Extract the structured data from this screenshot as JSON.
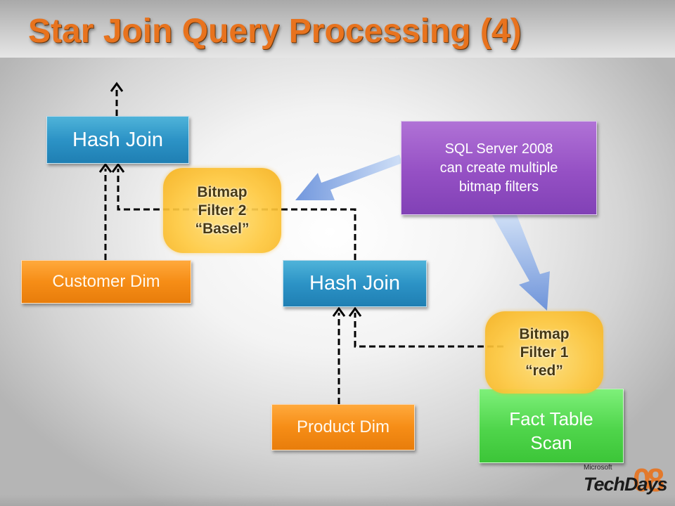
{
  "slide": {
    "title": "Star Join Query Processing (4)"
  },
  "boxes": {
    "hash_join_top": "Hash Join",
    "hash_join_mid": "Hash Join",
    "customer_dim": "Customer Dim",
    "product_dim": "Product Dim",
    "fact_table_scan": "Fact Table Scan",
    "callout_line1": "SQL Server 2008",
    "callout_line2": "can create multiple",
    "callout_line3": "bitmap filters"
  },
  "bitmaps": {
    "filter2_line1": "Bitmap",
    "filter2_line2": "Filter 2",
    "filter2_line3": "“Basel”",
    "filter1_line1": "Bitmap",
    "filter1_line2": "Filter 1",
    "filter1_line3": "“red”"
  },
  "logo": {
    "vendor": "Microsoft",
    "event": "TechDays",
    "year": "08"
  },
  "colors": {
    "title": "#e8731e",
    "hash_join": "#2c93c6",
    "dimension": "#f68d16",
    "fact": "#4fd54b",
    "callout": "#9550c4",
    "bitmap": "#ffc93f"
  }
}
